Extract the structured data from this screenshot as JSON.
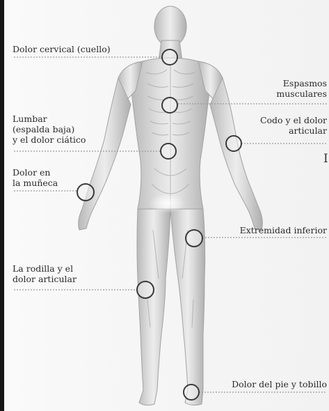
{
  "labels": {
    "cervical": "Dolor cervical (cuello)",
    "espasmos": "Espasmos\nmusculares",
    "lumbar": "Lumbar\n(espalda baja)\ny el dolor ciático",
    "codo": "Codo y el dolor\narticular",
    "muneca": "Dolor en\nla muñeca",
    "extremidad": "Extremidad inferior",
    "rodilla": "La rodilla y el\ndolor articular",
    "pie": "Dolor del pie y tobillo",
    "clipped_letter": "I"
  },
  "colors": {
    "figure_light": "#e4e4e4",
    "figure_dark": "#a9a9a9",
    "marker_ring": "#3a3a3a",
    "leader_line": "#9a9a9a",
    "left_bar": "#161616"
  }
}
